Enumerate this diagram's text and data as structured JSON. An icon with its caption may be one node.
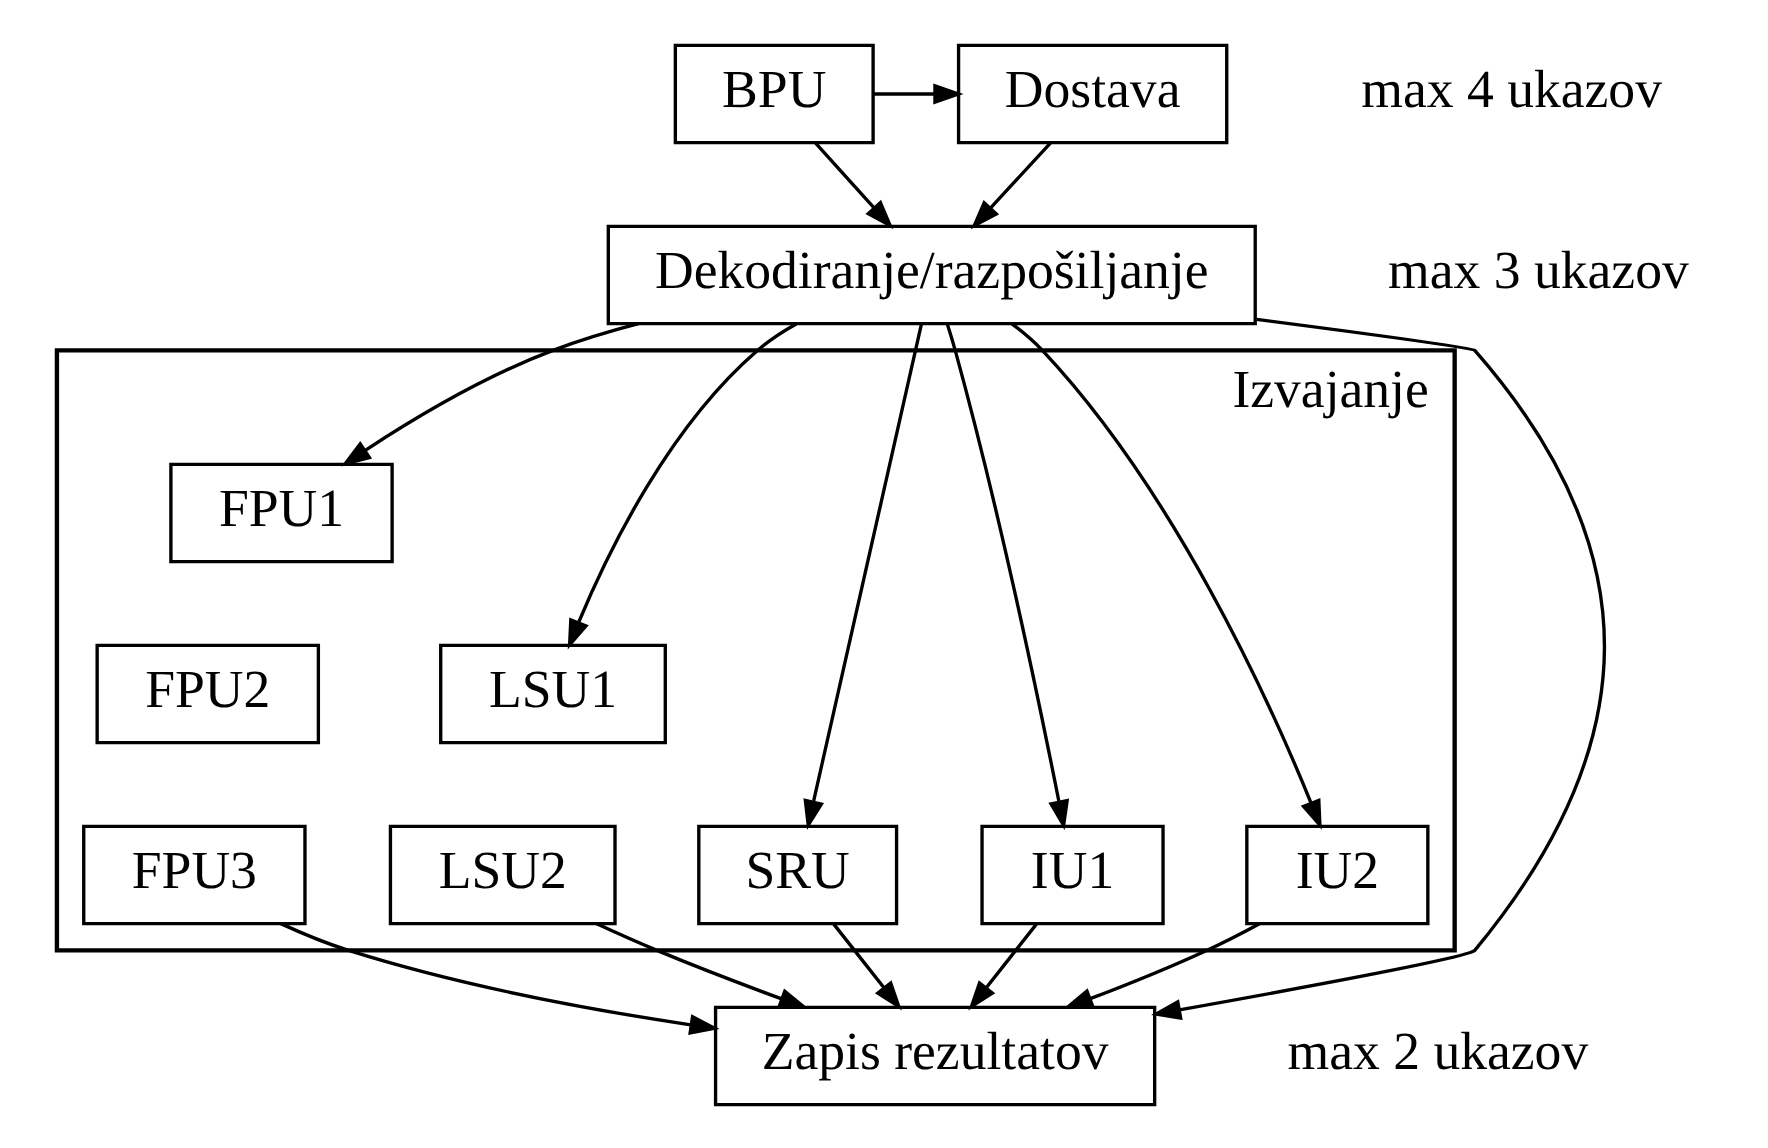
{
  "diagram": {
    "nodes": [
      {
        "text": [
          "Dostava"
        ],
        "beside": [
          "max 4 ukazov"
        ]
      },
      {
        "text": [
          "BPU"
        ]
      },
      {
        "text": [
          "Dekodiranje/razpošiljanje"
        ],
        "beside": [
          "max 3 ukazov"
        ]
      },
      {
        "text": [
          "Izvajanje"
        ]
      },
      {
        "text": [
          "SRU"
        ],
        "in": 3
      },
      {
        "text": [
          "FPU1"
        ],
        "in": 3
      },
      {
        "text": [
          "FPU2"
        ],
        "in": 3
      },
      {
        "text": [
          "FPU3"
        ],
        "in": 3
      },
      {
        "text": [
          "IU1"
        ],
        "in": 3
      },
      {
        "text": [
          "IU2"
        ],
        "in": 3
      },
      {
        "text": [
          "LSU1"
        ],
        "in": 3
      },
      {
        "text": [
          "LSU2"
        ],
        "in": 3
      },
      {
        "text": [
          "Zapis rezultatov"
        ],
        "beside": [
          "max 2 ukazov"
        ]
      }
    ],
    "edges": [
      {
        "from": 1,
        "to": 0,
        "arrow": "to"
      },
      {
        "from": 1,
        "to": 2,
        "arrow": "to"
      },
      {
        "from": 0,
        "to": 2,
        "arrow": "to"
      },
      {
        "from": 2,
        "to": 12,
        "arrow": "to"
      },
      {
        "from": 2,
        "to": 4,
        "arrow": "to"
      },
      {
        "from": 2,
        "to": 5,
        "arrow": "to"
      },
      {
        "from": 2,
        "to": 8,
        "arrow": "to"
      },
      {
        "from": 2,
        "to": 9,
        "arrow": "to"
      },
      {
        "from": 2,
        "to": 10,
        "arrow": "to"
      },
      {
        "from": 4,
        "to": 12,
        "arrow": "to"
      },
      {
        "from": 7,
        "to": 12,
        "arrow": "to"
      },
      {
        "from": 8,
        "to": 12,
        "arrow": "to"
      },
      {
        "from": 9,
        "to": 12,
        "arrow": "to"
      },
      {
        "from": 11,
        "to": 12,
        "arrow": "to"
      }
    ]
  }
}
